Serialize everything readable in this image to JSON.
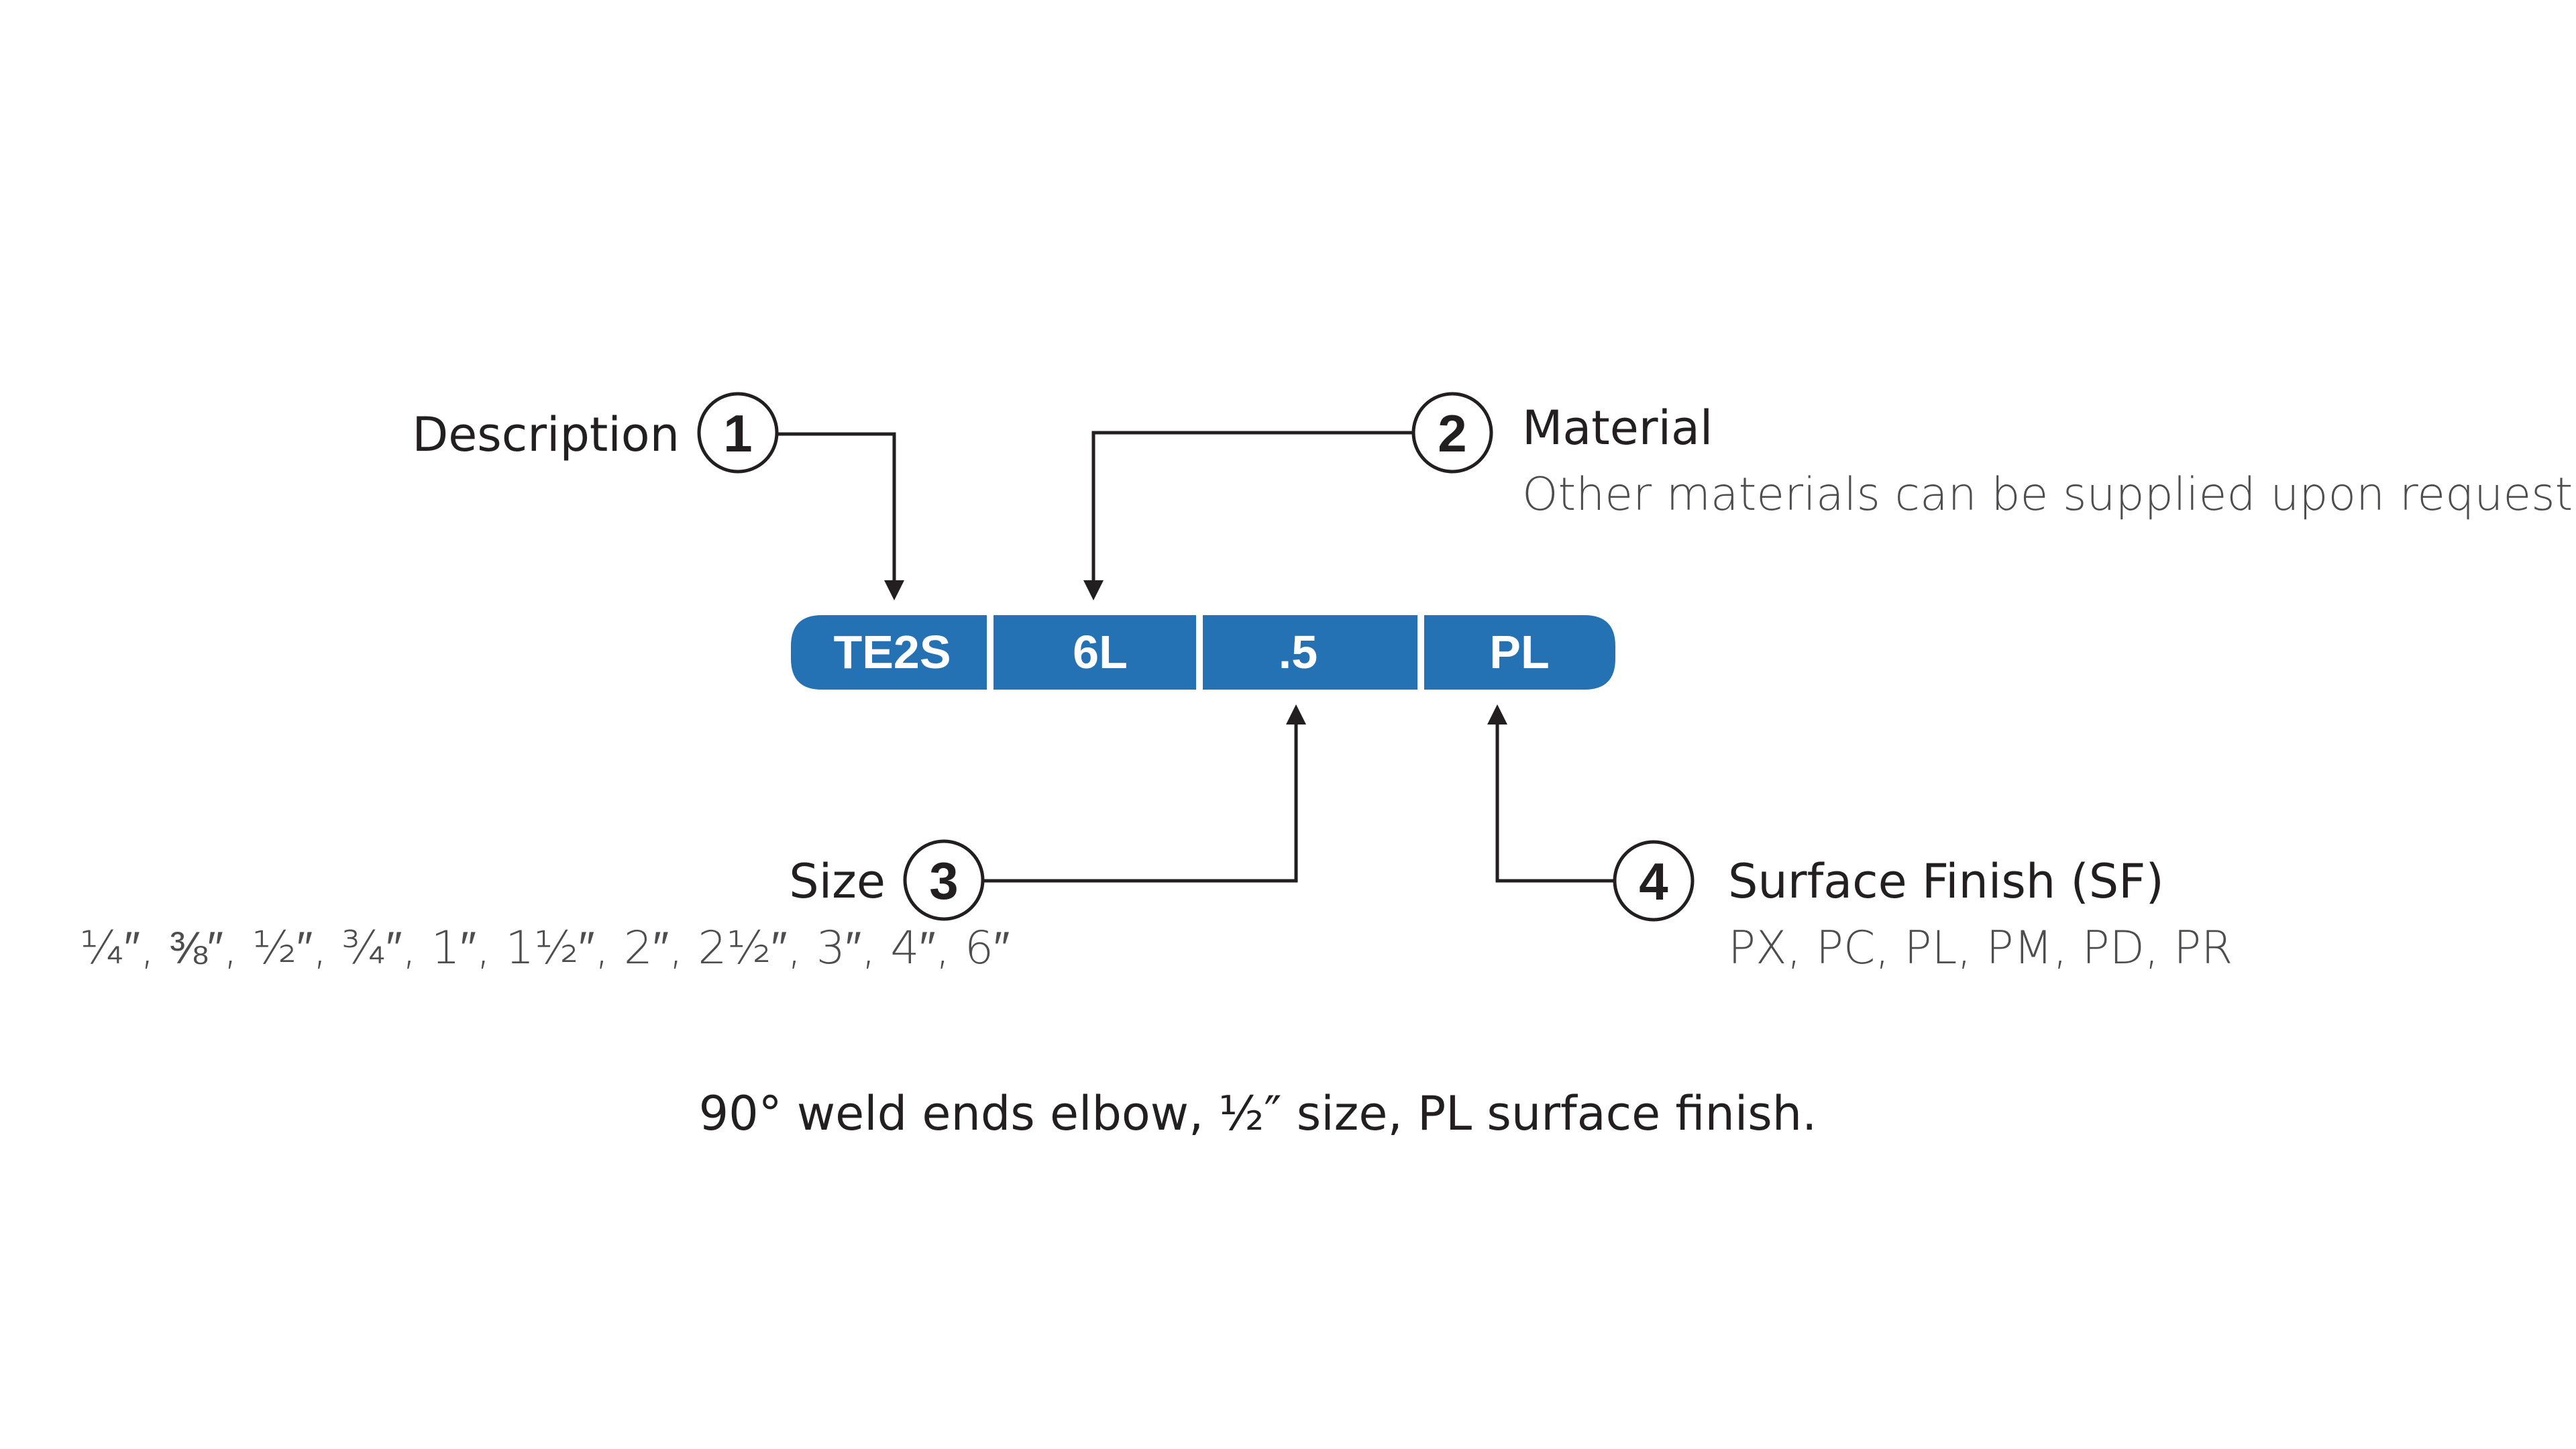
{
  "part_number": {
    "segments": [
      "TE2S",
      "6L",
      ".5",
      "PL"
    ],
    "color": "#2471b3"
  },
  "callouts": [
    {
      "number": "1",
      "title": "Description"
    },
    {
      "number": "2",
      "title": "Material",
      "detail": "Other materials can be supplied upon request"
    },
    {
      "number": "3",
      "title": "Size",
      "detail": "¼″, ⅜″, ½″, ¾″, 1″, 1½″, 2″, 2½″, 3″, 4″, 6″"
    },
    {
      "number": "4",
      "title": "Surface Finish (SF)",
      "detail": "PX, PC, PL, PM, PD, PR"
    }
  ],
  "caption": "90° weld ends elbow, ½″ size, PL surface finish."
}
